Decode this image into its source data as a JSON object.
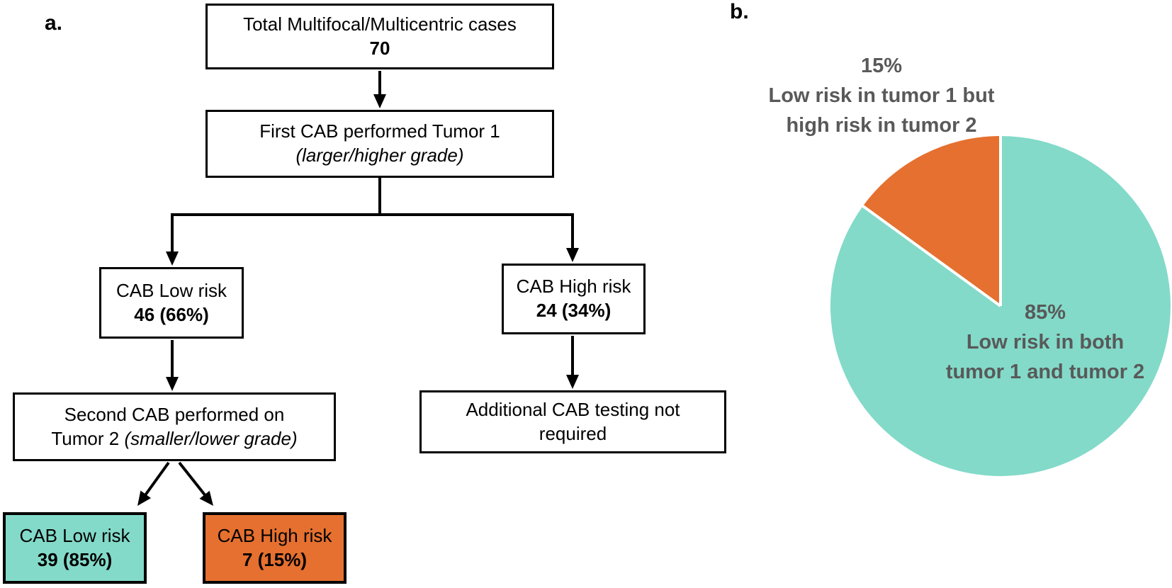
{
  "panel_labels": {
    "a": "a.",
    "b": "b."
  },
  "colors": {
    "teal": "#83DAC9",
    "orange": "#E5702F",
    "box_border": "#000000",
    "annotation_gray": "#595959"
  },
  "panel_a": {
    "nodes": {
      "total": {
        "line1": "Total Multifocal/Multicentric cases",
        "line2": "70"
      },
      "first_cab": {
        "line1": "First CAB performed Tumor 1",
        "line2": "(larger/higher grade)"
      },
      "cab_low_1": {
        "line1": "CAB Low risk",
        "line2": "46 (66%)"
      },
      "cab_high_1": {
        "line1": "CAB High risk",
        "line2": "24 (34%)"
      },
      "second_cab": {
        "line1": "Second CAB performed on",
        "line2_normal": "Tumor 2 ",
        "line2_italic": "(smaller/lower grade)"
      },
      "no_additional": {
        "line1": "Additional CAB testing not",
        "line2": "required"
      },
      "cab_low_2": {
        "line1": "CAB Low risk",
        "line2": "39 (85%)"
      },
      "cab_high_2": {
        "line1": "CAB High risk",
        "line2": "7 (15%)"
      }
    }
  },
  "chart_data": {
    "type": "pie",
    "start_angle_deg": 0,
    "direction": "clockwise",
    "legend": "none",
    "slices": [
      {
        "id": "low-risk-both",
        "label": "Low risk in both tumor 1 and tumor 2",
        "value": 85,
        "color": "#83DAC9",
        "annotation_lines": [
          "85%",
          "Low risk in both",
          "tumor 1 and tumor 2"
        ]
      },
      {
        "id": "low1-high2",
        "label": "Low risk in tumor 1 but high risk in tumor 2",
        "value": 15,
        "color": "#E5702F",
        "annotation_lines": [
          "15%",
          "Low risk in tumor 1 but",
          "high risk in tumor 2"
        ]
      }
    ]
  }
}
